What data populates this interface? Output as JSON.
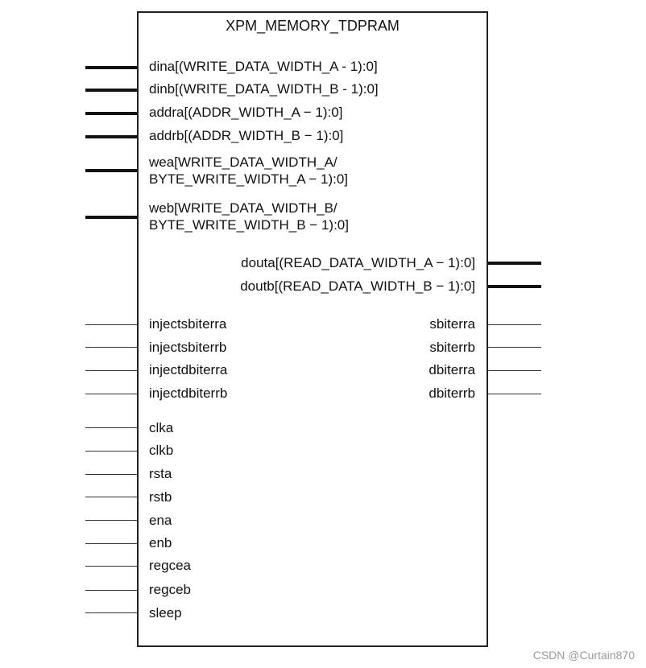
{
  "block": {
    "title": "XPM_MEMORY_TDPRAM",
    "bus_inputs": [
      {
        "name": "dina",
        "label": "dina[(WRITE_DATA_WIDTH_A - 1):0]"
      },
      {
        "name": "dinb",
        "label": "dinb[(WRITE_DATA_WIDTH_B - 1):0]"
      },
      {
        "name": "addra",
        "label": "addra[(ADDR_WIDTH_A − 1):0]"
      },
      {
        "name": "addrb",
        "label": "addrb[(ADDR_WIDTH_B − 1):0]"
      },
      {
        "name": "wea",
        "label_line1": "wea[WRITE_DATA_WIDTH_A/",
        "label_line2": "BYTE_WRITE_WIDTH_A − 1):0]"
      },
      {
        "name": "web",
        "label_line1": "web[WRITE_DATA_WIDTH_B/",
        "label_line2": "BYTE_WRITE_WIDTH_B − 1):0]"
      }
    ],
    "bus_outputs": [
      {
        "name": "douta",
        "label": "douta[(READ_DATA_WIDTH_A − 1):0]"
      },
      {
        "name": "doutb",
        "label": "doutb[(READ_DATA_WIDTH_B − 1):0]"
      }
    ],
    "ecc_inputs": [
      "injectsbiterra",
      "injectsbiterrb",
      "injectdbiterra",
      "injectdbiterrb"
    ],
    "ecc_outputs": [
      "sbiterra",
      "sbiterrb",
      "dbiterra",
      "dbiterrb"
    ],
    "control_inputs": [
      "clka",
      "clkb",
      "rsta",
      "rstb",
      "ena",
      "enb",
      "regcea",
      "regceb",
      "sleep"
    ]
  },
  "watermark": "CSDN @Curtain870"
}
